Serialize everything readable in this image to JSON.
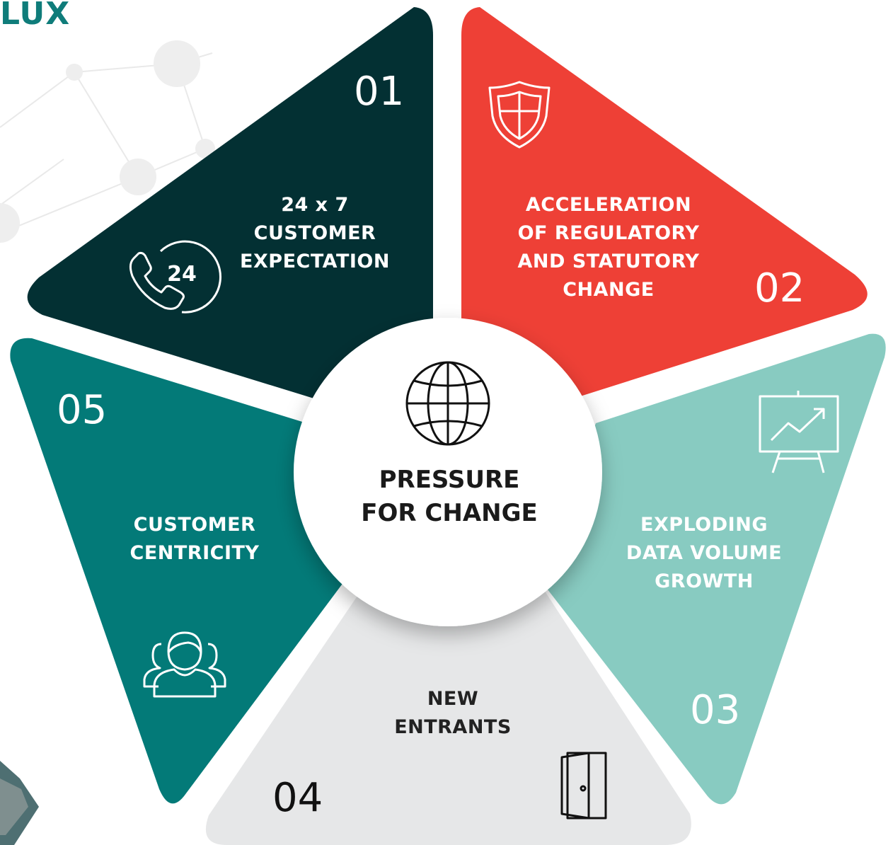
{
  "brand": {
    "text": "LUX"
  },
  "center": {
    "line1": "PRESSURE",
    "line2": "FOR CHANGE",
    "icon": "globe-icon"
  },
  "segments": [
    {
      "number": "01",
      "lines": [
        "24 x 7",
        "CUSTOMER",
        "EXPECTATION"
      ],
      "icon": "phone-24-icon",
      "icon_text": "24",
      "color": "#033033"
    },
    {
      "number": "02",
      "lines": [
        "ACCELERATION",
        "OF REGULATORY",
        "AND STATUTORY",
        "CHANGE"
      ],
      "icon": "shield-icon",
      "color": "#ee4036"
    },
    {
      "number": "03",
      "lines": [
        "EXPLODING",
        "DATA VOLUME",
        "GROWTH"
      ],
      "icon": "presentation-chart-icon",
      "color": "#88cbc1"
    },
    {
      "number": "04",
      "lines": [
        "NEW",
        "ENTRANTS"
      ],
      "icon": "door-icon",
      "color": "#e6e7e8"
    },
    {
      "number": "05",
      "lines": [
        "CUSTOMER",
        "CENTRICITY"
      ],
      "icon": "users-icon",
      "color": "#037a78"
    }
  ]
}
